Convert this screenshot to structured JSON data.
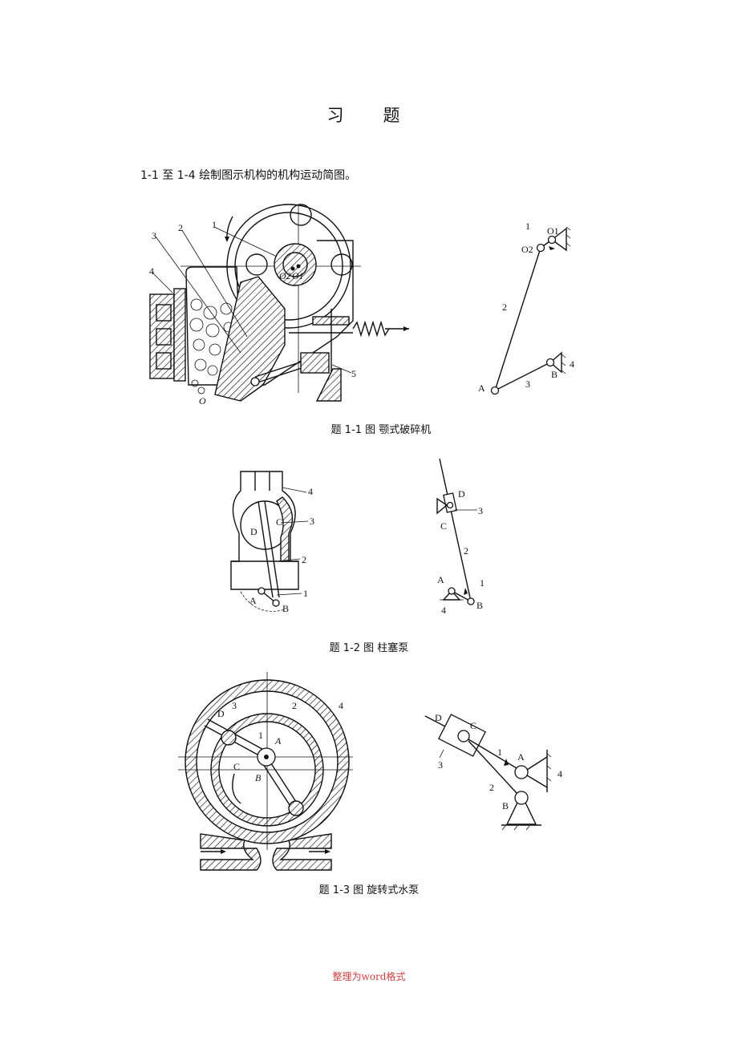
{
  "title": "习　题",
  "intro": "1-1 至 1-4 绘制图示机构的机构运动简图。",
  "figures": [
    {
      "caption": "题 1-1 图  颚式破碎机",
      "drawing_labels": [
        "1",
        "2",
        "3",
        "4",
        "5",
        "O2",
        "O1",
        "O"
      ],
      "diagram_labels": [
        "1",
        "O1",
        "O2",
        "2",
        "A",
        "3",
        "B",
        "4"
      ]
    },
    {
      "caption": "题 1-2 图  柱塞泵",
      "drawing_labels": [
        "4",
        "3",
        "C",
        "D",
        "2",
        "1",
        "A",
        "B"
      ],
      "diagram_labels": [
        "D",
        "3",
        "C",
        "2",
        "A",
        "1",
        "B",
        "4"
      ]
    },
    {
      "caption": "题 1-3 图  旋转式水泵",
      "drawing_labels": [
        "D",
        "3",
        "2",
        "4",
        "1",
        "A",
        "C",
        "B"
      ],
      "diagram_labels": [
        "D",
        "C",
        "1",
        "A",
        "4",
        "3",
        "2",
        "B"
      ]
    }
  ],
  "footer": "整理为word格式"
}
